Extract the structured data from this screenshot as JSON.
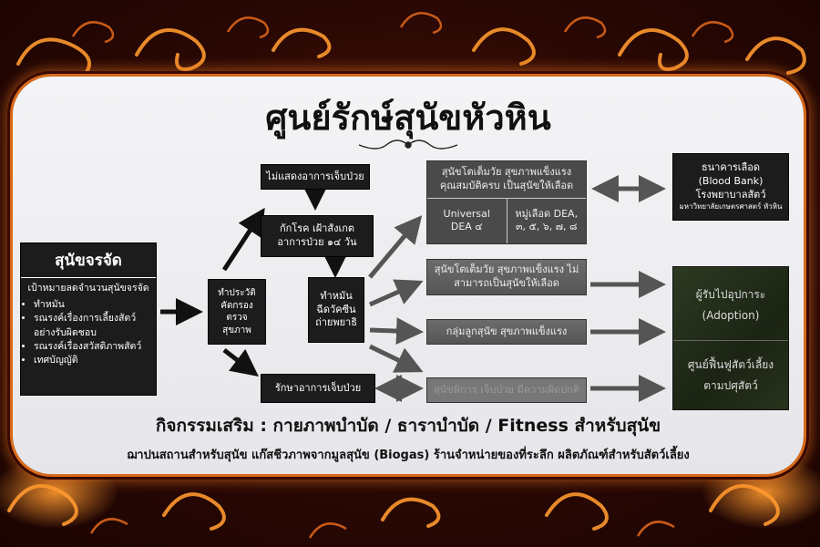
{
  "title": "ศูนย์รักษ์สุนัขหัวหิน",
  "main_box": {
    "heading": "สุนัขจรจัด",
    "subtitle": "เป้าหมายลดจำนวนสุนัขจรจัด",
    "items": [
      "ทำหมัน",
      "รณรงค์เรื่องการเลี้ยงสัตว์อย่างรับผิดชอบ",
      "รณรงค์เรื่องสวัสดิภาพสัตว์",
      "เทศบัญญัติ"
    ]
  },
  "screen_box": "ทำประวัติ คัดกรอง ตรวจสุขภาพ",
  "no_symptom_box": "ไม่แสดงอาการเจ็บป่วย",
  "quarantine_box": "กักโรค เฝ้าสังเกตอาการป่วย ๑๔ วัน",
  "sterilize_box": "ทำหมัน ฉีดวัคซีน ถ่ายพยาธิ",
  "treat_box": "รักษาอาการเจ็บป่วย",
  "donor_box": {
    "top": "สุนัขโตเต็มวัย สุขภาพแข็งแรง คุณสมบัติครบ เป็นสุนัขให้เลือด",
    "left": "Universal DEA ๔",
    "right": "หมู่เลือด DEA, ๓, ๕, ๖, ๗, ๘"
  },
  "nondonor_box": "สุนัขโตเต็มวัย สุขภาพแข็งแรง ไม่สามารถเป็นสุนัขให้เลือด",
  "puppy_box": "กลุ่มลูกสุนัข สุขภาพแข็งแรง",
  "sick_box": "สุนัขพิการ เจ็บป่วย มีความผิดปกติ",
  "blood_bank_box": {
    "line1": "ธนาคารเลือด",
    "line2": "(Blood Bank)",
    "line3": "โรงพยาบาลสัตว์",
    "line4": "มหาวิทยาลัยเกษตรศาสตร์ หัวหิน"
  },
  "adoption_box": {
    "line1": "ผู้รับไปอุปการะ",
    "line2": "(Adoption)",
    "line3": "ศูนย์ฟื้นฟูสัตว์เลี้ยง",
    "line4": "ตามปศุสัตว์"
  },
  "activities": "กิจกรรมเสริม : กายภาพบำบัด / ธาราบำบัด / Fitness สำหรับสุนัข",
  "facilities": "ฌาปนสถานสำหรับสุนัข  แก๊สชีวภาพจากมูลสุนัข (Biogas)  ร้านจำหน่ายของที่ระลึก  ผลิตภัณฑ์สำหรับสัตว์เลี้ยง",
  "colors": {
    "frame_orange": "#d86a1a",
    "frame_dark": "#2a0804",
    "board": "#eeeef1",
    "box": "#1c1c1c"
  }
}
